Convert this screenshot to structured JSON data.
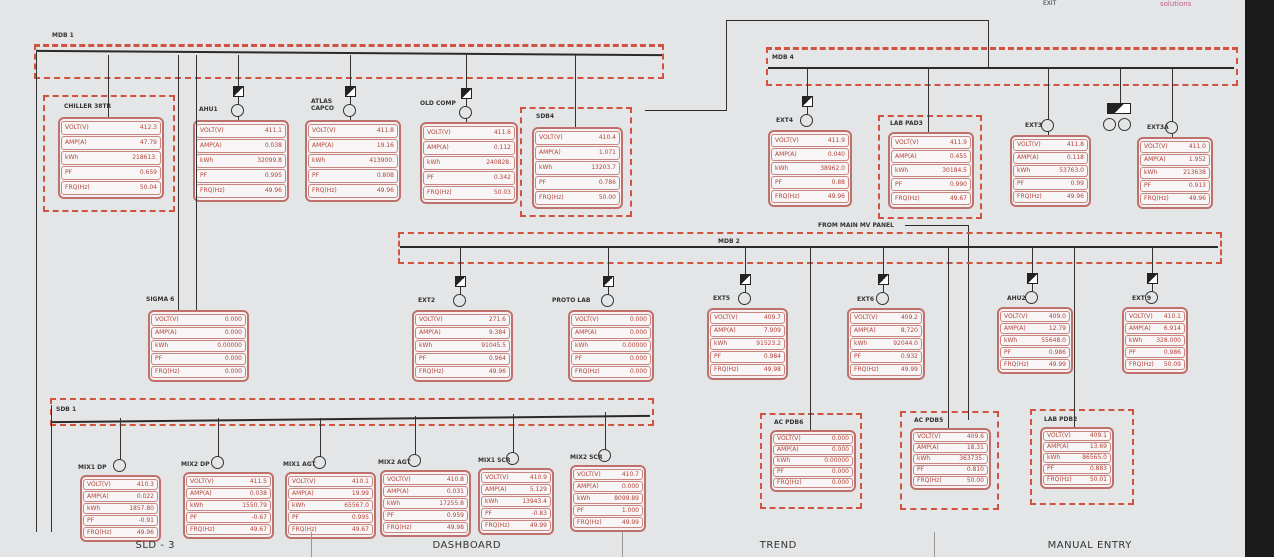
{
  "header": {
    "exit_label": "EXIT",
    "logo_text": "solutions"
  },
  "buses": {
    "mdb1": "MDB 1",
    "mdb4": "MDB 4",
    "mdb2": "MDB 2",
    "sdb1": "SDB 1",
    "mv_feed": "FROM MAIN MV PANEL"
  },
  "row_labels": {
    "volt": "VOLT(V)",
    "amp": "AMP(A)",
    "kwh": "kWh",
    "pf": "PF",
    "frq": "FRQ(Hz)"
  },
  "panels": [
    {
      "name": "CHILLER 38TR",
      "volt": "412.3",
      "amp": "47.79",
      "kwh": "218613.",
      "pf": "0.659",
      "frq": "50.04"
    },
    {
      "name": "AHU1",
      "volt": "411.1",
      "amp": "0.038",
      "kwh": "32099.8",
      "pf": "0.995",
      "frq": "49.96"
    },
    {
      "name": "ATLAS CAPCO",
      "volt": "411.8",
      "amp": "19.16",
      "kwh": "413900.",
      "pf": "0.808",
      "frq": "49.96"
    },
    {
      "name": "OLD COMP",
      "volt": "411.6",
      "amp": "0.112",
      "kwh": "240828.",
      "pf": "0.342",
      "frq": "50.03"
    },
    {
      "name": "SDB4",
      "volt": "410.4",
      "amp": "1.071",
      "kwh": "13203.7",
      "pf": "0.786",
      "frq": "50.00"
    },
    {
      "name": "EXT4",
      "volt": "411.9",
      "amp": "0.040",
      "kwh": "38962.0",
      "pf": "0.88",
      "frq": "49.96"
    },
    {
      "name": "LAB PAD3",
      "volt": "411.9",
      "amp": "0.455",
      "kwh": "30184.5",
      "pf": "0.990",
      "frq": "49.67"
    },
    {
      "name": "EXT3",
      "volt": "411.8",
      "amp": "0.118",
      "kwh": "53763.0",
      "pf": "0.99",
      "frq": "49.96"
    },
    {
      "name": "EXT3A",
      "volt": "411.0",
      "amp": "1.952",
      "kwh": "213638",
      "pf": "0.913",
      "frq": "49.96"
    },
    {
      "name": "SIGMA 6",
      "volt": "0.000",
      "amp": "0.000",
      "kwh": "0.00000",
      "pf": "0.000",
      "frq": "0.000"
    },
    {
      "name": "EXT2",
      "volt": "271.6",
      "amp": "9.384",
      "kwh": "91045.5",
      "pf": "0.964",
      "frq": "49.96"
    },
    {
      "name": "PROTO LAB",
      "volt": "0.000",
      "amp": "0.000",
      "kwh": "0.00000",
      "pf": "0.000",
      "frq": "0.000"
    },
    {
      "name": "EXT5",
      "volt": "409.7",
      "amp": "7.909",
      "kwh": "91523.2",
      "pf": "0.984",
      "frq": "49.98"
    },
    {
      "name": "EXT6",
      "volt": "409.2",
      "amp": "8.720",
      "kwh": "92044.0",
      "pf": "0.932",
      "frq": "49.99"
    },
    {
      "name": "AHU2",
      "volt": "409.0",
      "amp": "12.79",
      "kwh": "55648.0",
      "pf": "0.986",
      "frq": "49.99"
    },
    {
      "name": "EXT 9",
      "volt": "410.1",
      "amp": "6.914",
      "kwh": "328.000",
      "pf": "0.986",
      "frq": "50.09"
    },
    {
      "name": "MIX1 DP",
      "volt": "410.3",
      "amp": "0.022",
      "kwh": "1857.80",
      "pf": "-0.91",
      "frq": "49.96"
    },
    {
      "name": "MIX2 DP",
      "volt": "411.5",
      "amp": "0.038",
      "kwh": "1550.79",
      "pf": "-0.67",
      "frq": "49.67"
    },
    {
      "name": "MIX1 AGT",
      "volt": "410.1",
      "amp": "19.99",
      "kwh": "65567.0",
      "pf": "0.995",
      "frq": "49.67"
    },
    {
      "name": "MIX2 AGT",
      "volt": "410.8",
      "amp": "0.031",
      "kwh": "17255.8",
      "pf": "0.959",
      "frq": "49.98"
    },
    {
      "name": "MIX1 SCR",
      "volt": "410.9",
      "amp": "5.129",
      "kwh": "13943.4",
      "pf": "-0.83",
      "frq": "49.99"
    },
    {
      "name": "MIX2 SCR",
      "volt": "410.7",
      "amp": "0.000",
      "kwh": "8099.89",
      "pf": "1.000",
      "frq": "49.99"
    },
    {
      "name": "AC PDB6",
      "volt": "0.000",
      "amp": "0.000",
      "kwh": "0.00000",
      "pf": "0.000",
      "frq": "0.000"
    },
    {
      "name": "AC PDB5",
      "volt": "409.6",
      "amp": "18.31",
      "kwh": "363735.",
      "pf": "0.810",
      "frq": "50.00"
    },
    {
      "name": "LAB PDB2",
      "volt": "409.1",
      "amp": "13.69",
      "kwh": "86565.0",
      "pf": "0.883",
      "frq": "50.01"
    }
  ],
  "nav": [
    "SLD - 3",
    "DASHBOARD",
    "TREND",
    "MANUAL ENTRY"
  ]
}
